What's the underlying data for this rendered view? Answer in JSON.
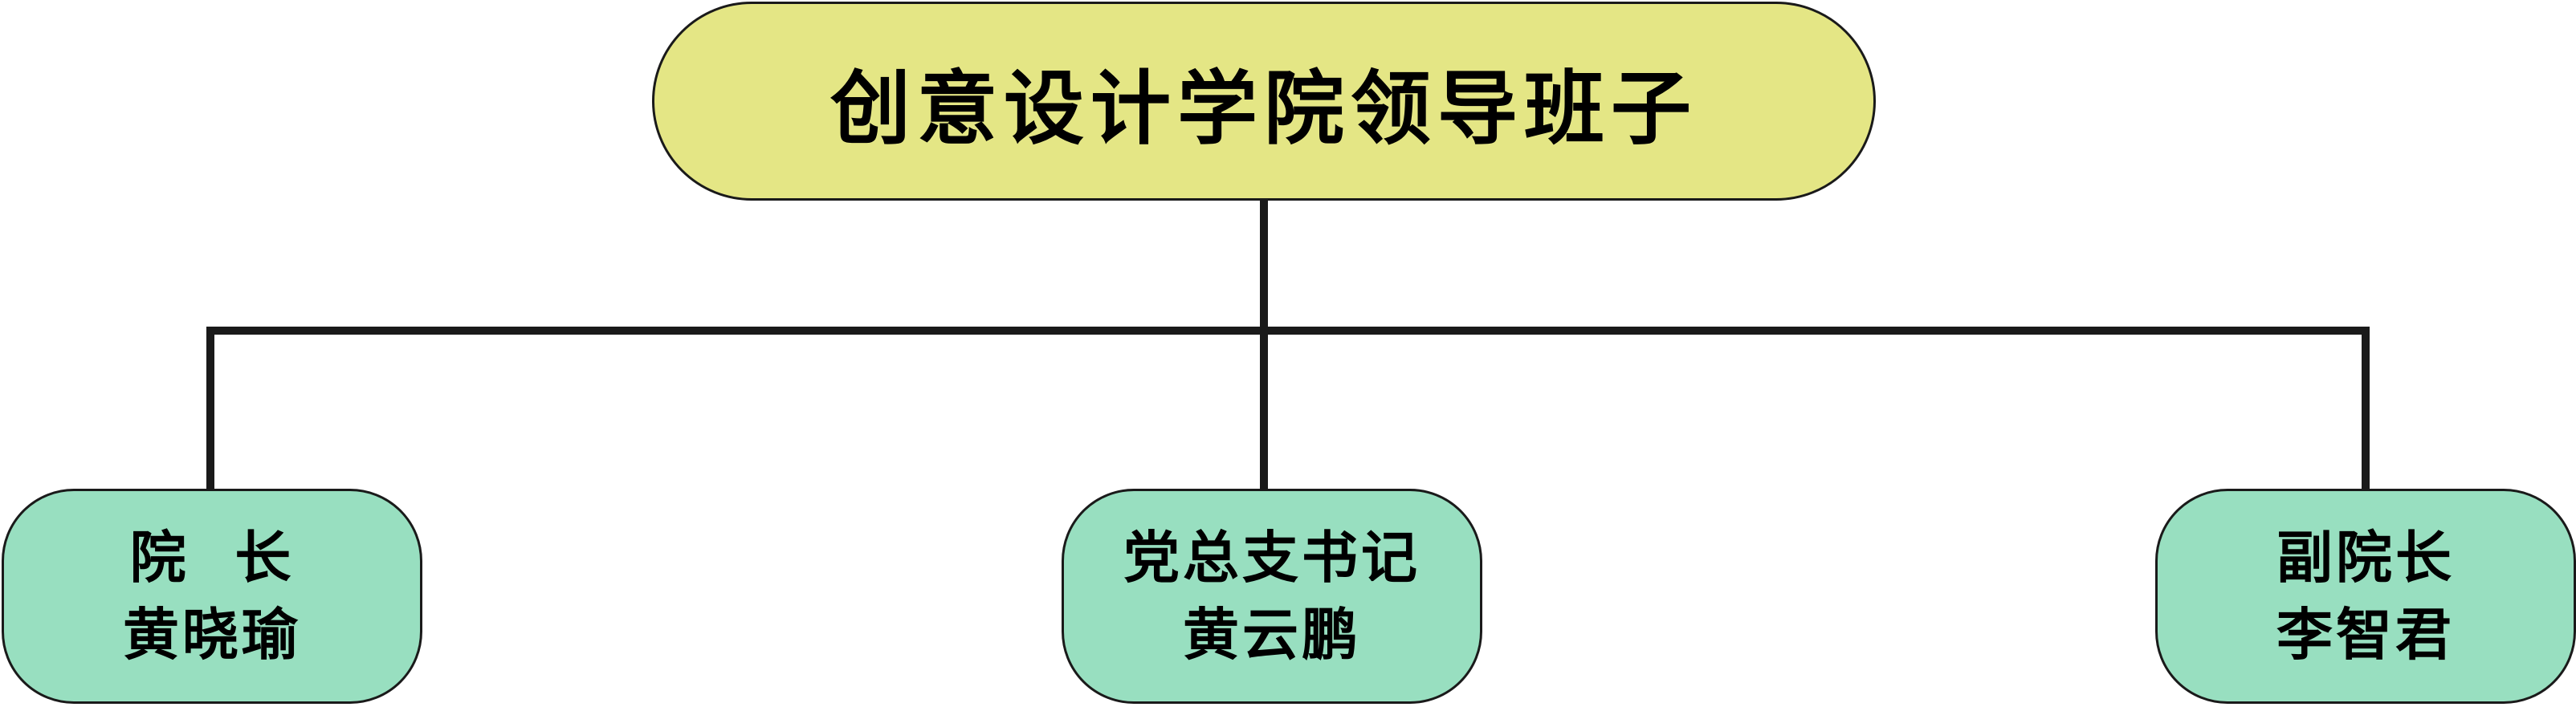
{
  "root": {
    "label": "创意设计学院领导班子",
    "color": "#e4e685"
  },
  "children": [
    {
      "title": "院  长",
      "name": "黄晓瑜"
    },
    {
      "title": "党总支书记",
      "name": "黄云鹏"
    },
    {
      "title": "副院长",
      "name": "李智君"
    }
  ],
  "child_color": "#98dfc0",
  "connector_color": "#1a1a1a"
}
